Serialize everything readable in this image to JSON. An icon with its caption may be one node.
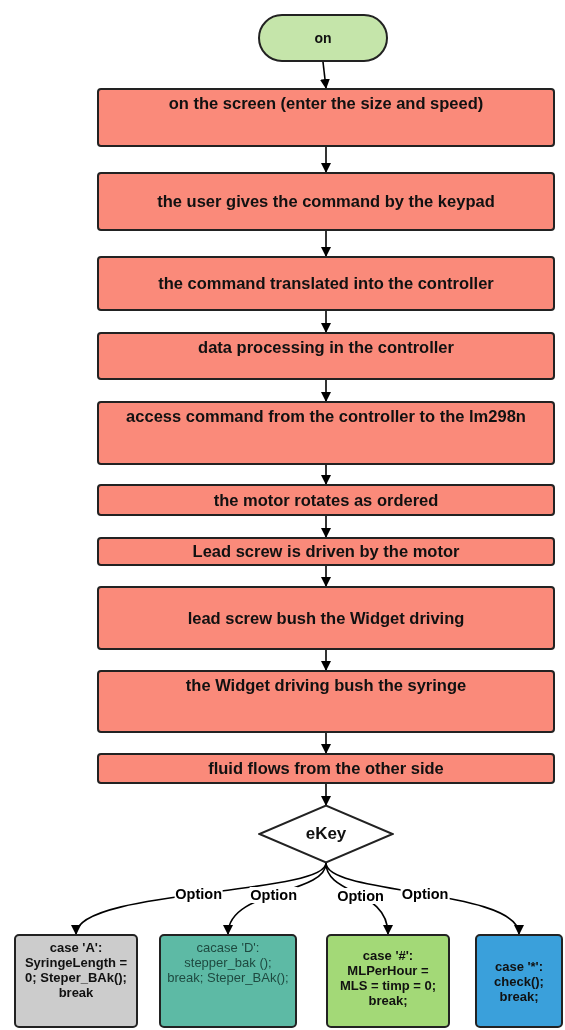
{
  "diagram": {
    "nodes": [
      {
        "text": [
          "on"
        ]
      },
      {
        "text": [
          "on the screen (enter the size and speed)"
        ]
      },
      {
        "text": [
          "the user gives the command by the keypad"
        ]
      },
      {
        "text": [
          "the command translated into the controller"
        ]
      },
      {
        "text": [
          "data processing in the controller"
        ]
      },
      {
        "text": [
          "access command from the controller to the lm298n"
        ]
      },
      {
        "text": [
          "the motor rotates as ordered"
        ]
      },
      {
        "text": [
          "Lead screw is driven by the motor"
        ]
      },
      {
        "text": [
          "lead screw bush the Widget driving"
        ]
      },
      {
        "text": [
          "the Widget driving bush the syringe"
        ]
      },
      {
        "text": [
          "fluid flows from the other side"
        ]
      },
      {
        "text": [
          "eKey"
        ]
      },
      {
        "text": [
          "case 'A': SyringeLength = 0; Steper_BAk(); break"
        ]
      },
      {
        "text": [
          "cacase  'D': stepper_bak (); break; Steper_BAk();"
        ]
      },
      {
        "text": [
          "case '#': MLPerHour = MLS = timp = 0; break;"
        ]
      },
      {
        "text": [
          "case '*': check(); break;"
        ]
      }
    ],
    "edges": [
      {
        "from": 0,
        "to": 1,
        "arrow": "to"
      },
      {
        "from": 1,
        "to": 2,
        "arrow": "to"
      },
      {
        "from": 2,
        "to": 3,
        "arrow": "to"
      },
      {
        "from": 3,
        "to": 4,
        "arrow": "to"
      },
      {
        "from": 4,
        "to": 5,
        "arrow": "to"
      },
      {
        "from": 5,
        "to": 6,
        "arrow": "to"
      },
      {
        "from": 6,
        "to": 7,
        "arrow": "to"
      },
      {
        "from": 7,
        "to": 8,
        "arrow": "to"
      },
      {
        "from": 8,
        "to": 9,
        "arrow": "to"
      },
      {
        "from": 9,
        "to": 10,
        "arrow": "to"
      },
      {
        "from": 10,
        "to": 11,
        "arrow": "to"
      },
      {
        "from": 11,
        "to": 12,
        "arrow": "to",
        "label": "Option"
      },
      {
        "from": 11,
        "to": 13,
        "arrow": "to",
        "label": "Option"
      },
      {
        "from": 11,
        "to": 14,
        "arrow": "to",
        "label": "Option"
      },
      {
        "from": 11,
        "to": 15,
        "arrow": "to",
        "label": "Option"
      }
    ]
  }
}
